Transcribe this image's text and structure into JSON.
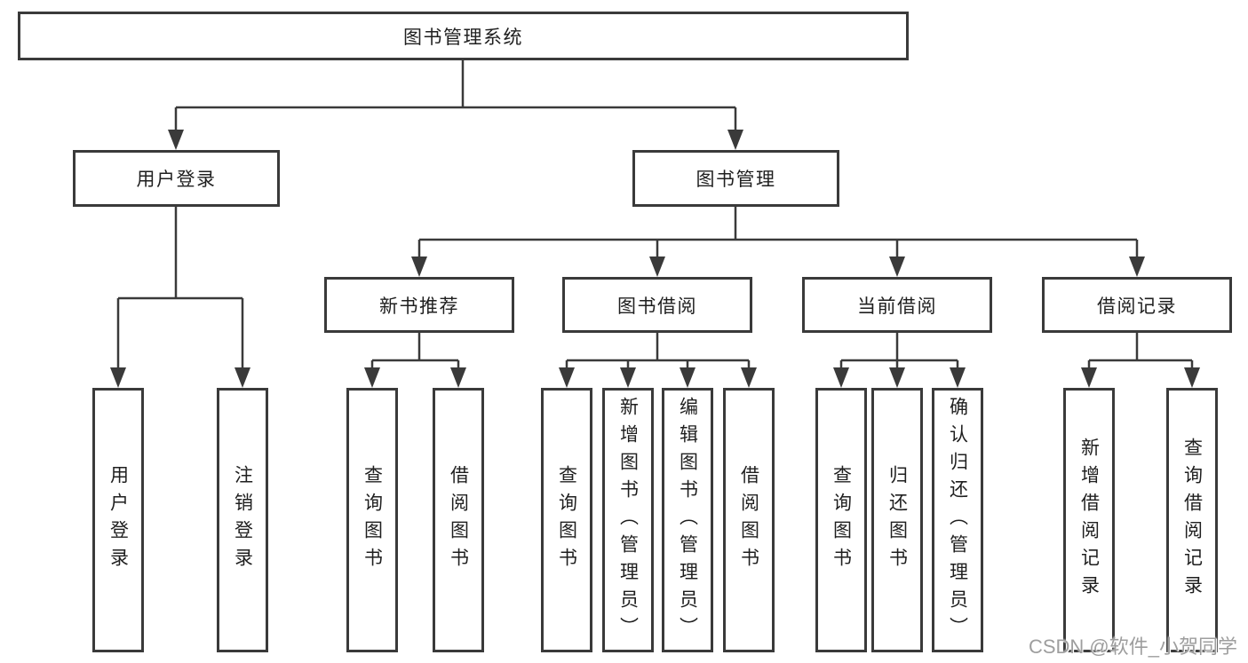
{
  "diagram": {
    "title": "图书管理系统",
    "level2": {
      "user_login": "用户登录",
      "book_mgmt": "图书管理"
    },
    "level3": {
      "new_books": "新书推荐",
      "book_borrow": "图书借阅",
      "current_borrow": "当前借阅",
      "borrow_records": "借阅记录"
    },
    "leaves": {
      "user_login": [
        "用户登录",
        "注销登录"
      ],
      "new_books": [
        "查询图书",
        "借阅图书"
      ],
      "book_borrow": [
        "查询图书",
        "新增图书（管理员）",
        "编辑图书（管理员）",
        "借阅图书"
      ],
      "current_borrow": [
        "查询图书",
        "归还图书",
        "确认归还（管理员）"
      ],
      "borrow_records": [
        "新增借阅记录",
        "查询借阅记录"
      ]
    },
    "watermark": "CSDN @软件_小贺同学",
    "colors": {
      "line": "#3a3a3a",
      "text": "#1f1f1f",
      "watermark": "#9e9e9e",
      "background": "#ffffff"
    }
  }
}
